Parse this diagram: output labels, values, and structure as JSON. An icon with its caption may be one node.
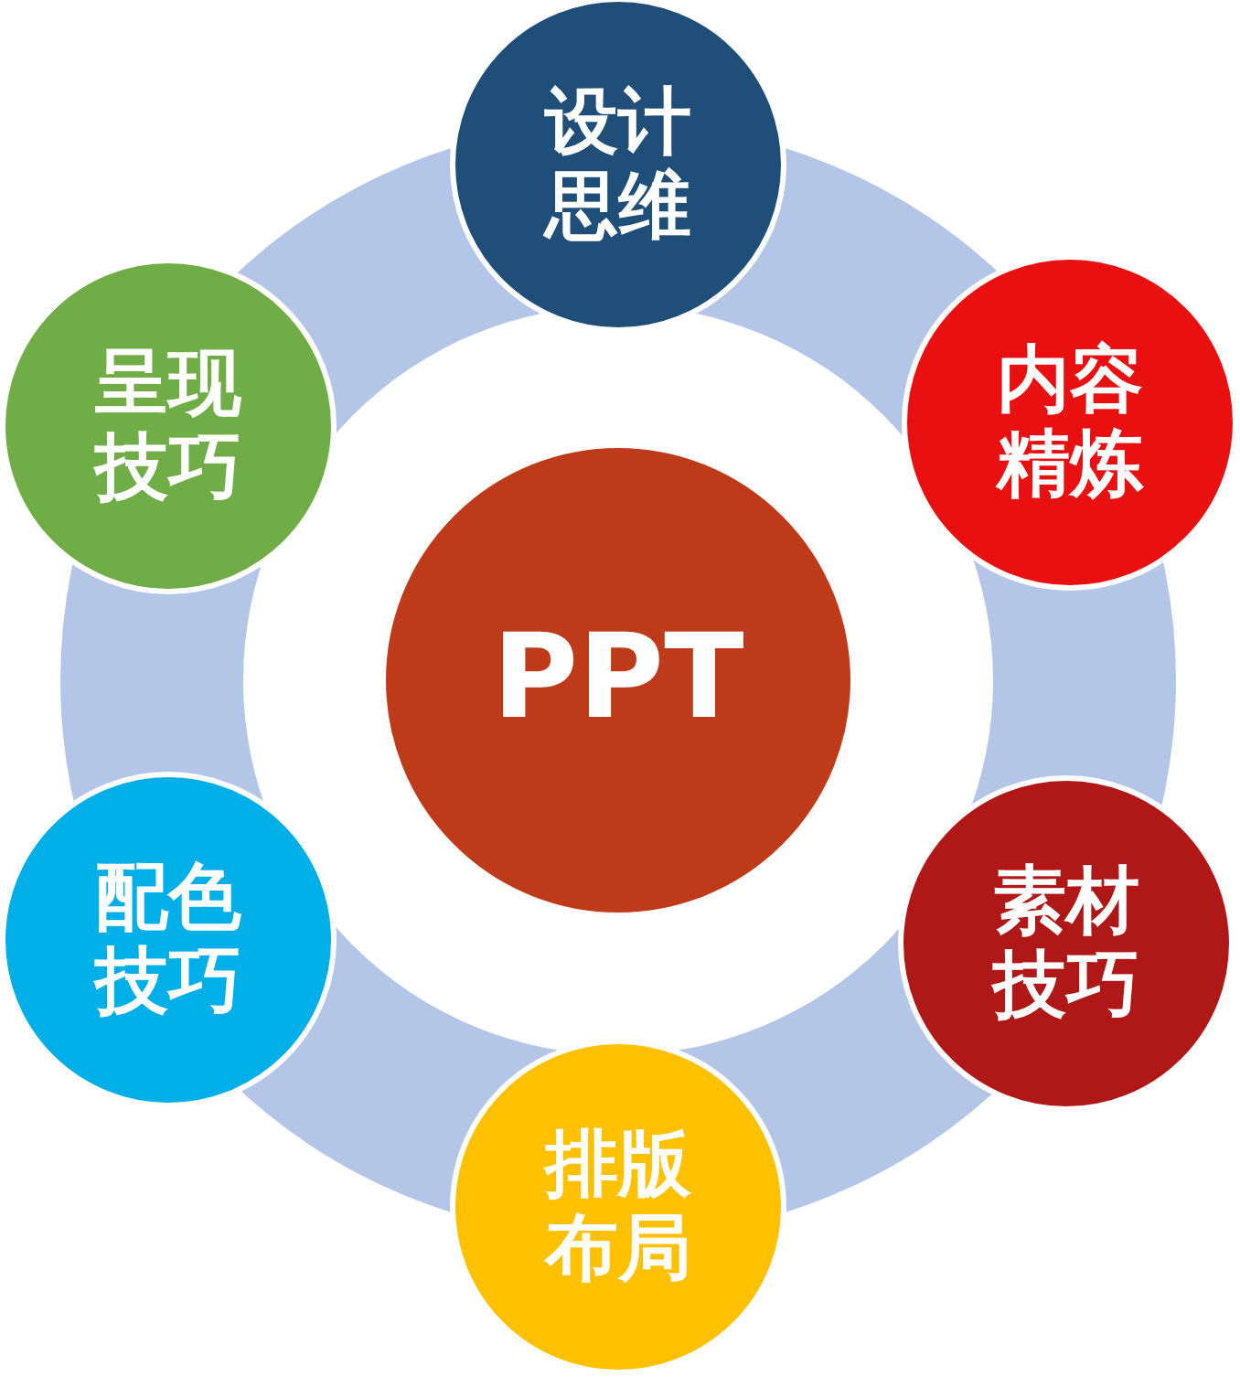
{
  "diagram": {
    "nodes": [
      {
        "text": [
          "设计思维"
        ]
      },
      {
        "text": [
          "呈现技巧"
        ]
      },
      {
        "text": [
          "内容精炼"
        ]
      },
      {
        "text": [
          "PPT"
        ]
      },
      {
        "text": [
          "配色技巧"
        ]
      },
      {
        "text": [
          "素材技巧"
        ]
      },
      {
        "text": [
          "排版布局"
        ]
      }
    ]
  }
}
